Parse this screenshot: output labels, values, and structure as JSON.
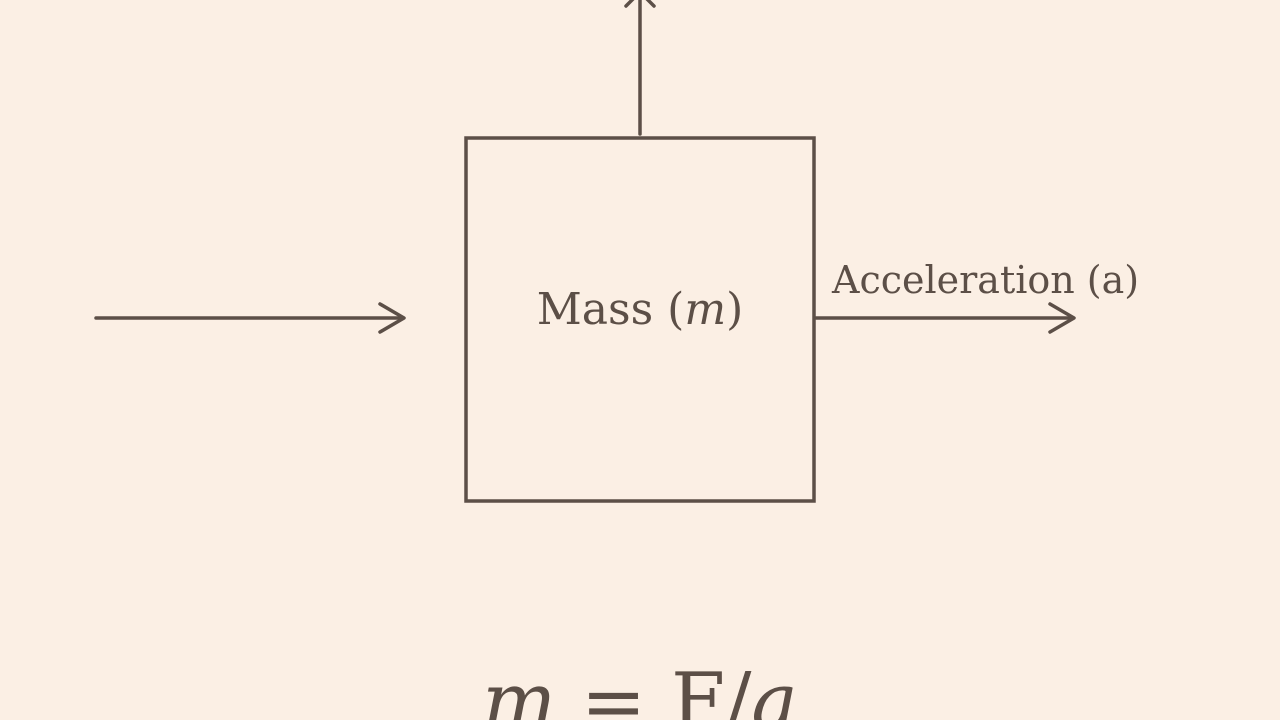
{
  "block": {
    "label_prefix": "Mass (",
    "label_symbol": "m",
    "label_suffix": ")"
  },
  "acceleration": {
    "label": "Acceleration (a)"
  },
  "formula": {
    "lhs": "m",
    "eq": " = ",
    "force": "F",
    "div": "/",
    "rhs": "a"
  },
  "colors": {
    "background": "#fbefe4",
    "ink": "#5c4f47"
  }
}
